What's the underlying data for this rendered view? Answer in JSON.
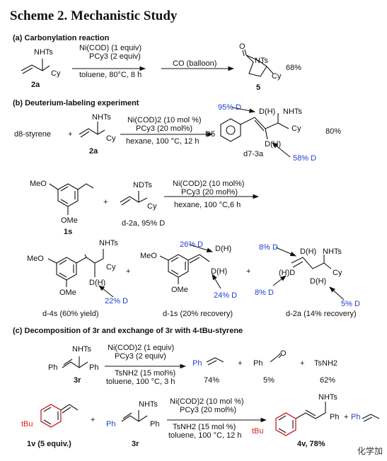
{
  "title": "Scheme 2. Mechanistic Study",
  "a": {
    "heading": "(a) Carbonylation reaction",
    "sm_group": "NHTs",
    "sm_sub": "Cy",
    "sm_label": "2a",
    "cond1_l1": "Ni(COD) (1 equiv)",
    "cond1_l2": "PCy3 (2 equiv)",
    "cond1_l3": "toluene, 80°C, 8 h",
    "cond2": "CO (balloon)",
    "prod_O": "O",
    "prod_N": "NTs",
    "prod_Cy": "Cy",
    "prod_label": "5",
    "yield": "68%"
  },
  "b": {
    "heading": "(b) Deuterium-labeling experiment",
    "r1_sm1": "d8-styrene",
    "plus": "+",
    "r1_sm2_group": "NHTs",
    "r1_sm2_sub": "Cy",
    "r1_sm2_label": "2a",
    "r1_cond_l1": "Ni(COD)2 (10 mol %)",
    "r1_cond_l2": "PCy3 (20 mol%)",
    "r1_cond_l3": "hexane, 100 °C, 12 h",
    "r1_pct_top": "95% D",
    "r1_dh_top": "D(H)",
    "r1_nhts": "NHTs",
    "r1_d5": "D5",
    "r1_cy": "Cy",
    "r1_dh_bottom": "D(H)",
    "r1_pct_bottom": "58% D",
    "r1_prod_label": "d7-3a",
    "r1_yield": "80%",
    "r2_ome_top": "MeO",
    "r2_ome_bottom": "OMe",
    "r2_sm1_label": "1s",
    "r2_sm2_group": "NDTs",
    "r2_sm2_sub": "Cy",
    "r2_sm2_label": "d-2a, 95% D",
    "r2_cond_l1": "Ni(COD)2 (10 mol%)",
    "r2_cond_l2": "PCy3 (20 mol%)",
    "r2_cond_l3": "hexane, 100 °C,6 h",
    "p1_nhts": "NHTs",
    "p1_meo": "MeO",
    "p1_cy": "Cy",
    "p1_ome": "OMe",
    "p1_dh": "D(H)",
    "p1_pct": "22% D",
    "p1_label": "d-4s (60% yield)",
    "p2_pct_top": "26% D",
    "p2_dh_top": "D(H)",
    "p2_meo": "MeO",
    "p2_dh_bottom": "D(H)",
    "p2_ome": "OMe",
    "p2_pct_bottom": "24% D",
    "p2_label": "d-1s (20% recovery)",
    "p3_pct_top": "8% D",
    "p3_dh_top": "D(H)",
    "p3_nhts": "NHTs",
    "p3_dh_left": "(H)D",
    "p3_cy": "Cy",
    "p3_dh_bottom": "D(H)",
    "p3_pct_left": "8% D",
    "p3_pct_right": "5% D",
    "p3_label": "d-2a (14% recovery)"
  },
  "c": {
    "heading": "(c) Decomposition of 3r and exchange of 3r with 4-tBu-styrene",
    "r1_group": "NHTs",
    "r1_ph_left": "Ph",
    "r1_ph_right": "Ph",
    "r1_label": "3r",
    "r1_cond_l1": "Ni(COD)2 (1 equiv)",
    "r1_cond_l2": "PCy3 (2 equiv)",
    "r1_cond_l3": "TsNH2 (15 mol%)",
    "r1_cond_l4": "toluene, 100 °C, 3 h",
    "r1_p1_ph": "Ph",
    "r1_p1_yield": "74%",
    "r1_p2_ph": "Ph",
    "r1_p2_O": "O",
    "r1_p2_yield": "5%",
    "r1_p3": "TsNH2",
    "r1_p3_yield": "62%",
    "r2_tbu": "tBu",
    "r2_sm1_label": "1v (5 equiv.)",
    "r2_sm2_group": "NHTs",
    "r2_sm2_ph_left": "Ph",
    "r2_sm2_ph_right": "Ph",
    "r2_sm2_label": "3r",
    "r2_cond_l1": "Ni(COD)2 (10 mol %)",
    "r2_cond_l2": "PCy3 (20 mol%)",
    "r2_cond_l3": "TsNH2 (15 mol %)",
    "r2_cond_l4": "toluene, 100 °C, 12 h",
    "r2_prod_group": "NHTs",
    "r2_prod_ph": "Ph",
    "r2_prod_tbu": "tBu",
    "r2_prod_label": "4v, 78%",
    "r2_extra_ph": "Ph",
    "watermark": "化学加"
  },
  "colors": {
    "deuterium": "#1f3fd1",
    "highlight": "#d62020",
    "text": "#111111"
  }
}
